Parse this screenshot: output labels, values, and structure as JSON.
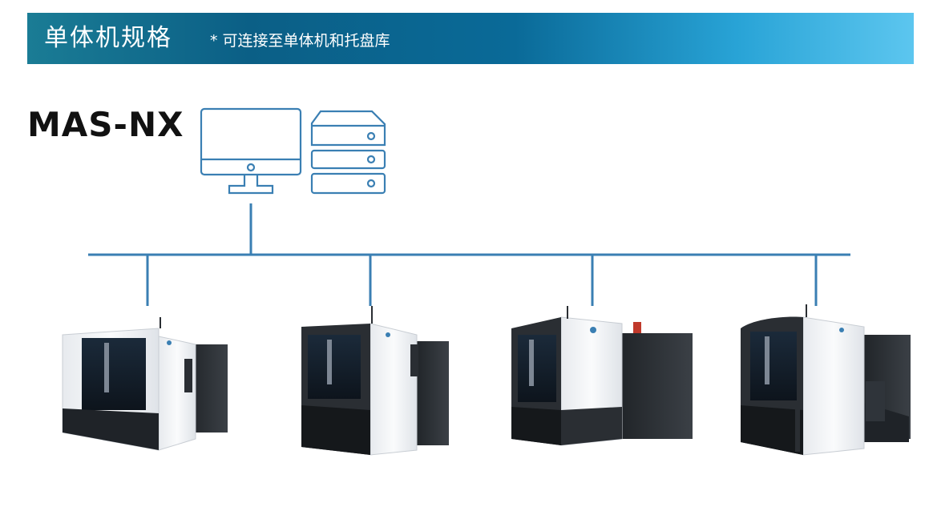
{
  "header": {
    "title": "单体机规格",
    "note": "* 可连接至单体机和托盘库"
  },
  "system": {
    "name": "MAS-NX",
    "components": [
      "computer-icon",
      "server-icon"
    ]
  },
  "machines": [
    {
      "id": "machine-1"
    },
    {
      "id": "machine-2"
    },
    {
      "id": "machine-3"
    },
    {
      "id": "machine-4"
    }
  ],
  "colors": {
    "accent_blue": "#3a7fb3",
    "banner_dark": "#0b5f86",
    "banner_light": "#5cc6ef",
    "machine_white": "#f2f4f6",
    "machine_dark": "#2a2e33"
  }
}
